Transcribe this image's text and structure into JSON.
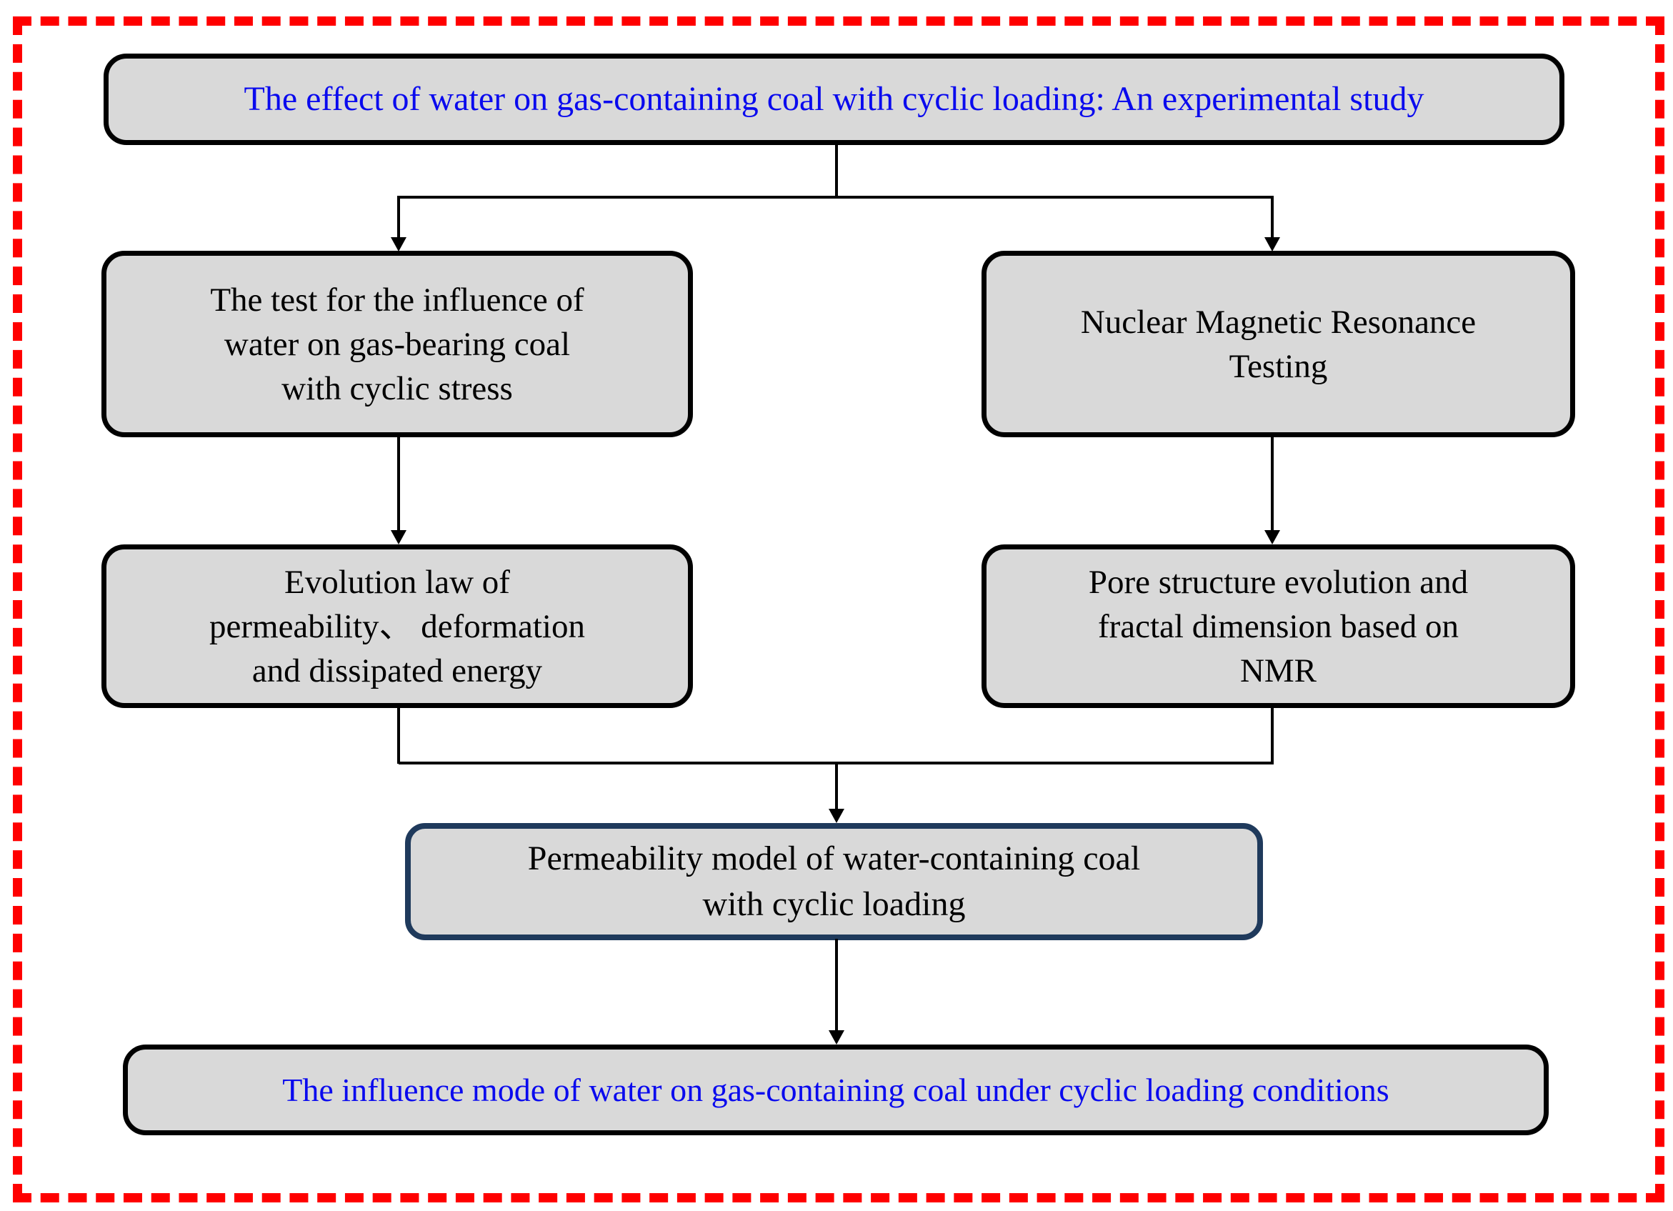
{
  "diagram": {
    "frame_color": "#FF0000",
    "node_fill": "#D9D9D9",
    "node_border": "#000000",
    "accent_border": "#1F3A5C",
    "blue_text": "#0A0AEE",
    "body_text": "#000000"
  },
  "nodes": {
    "title": {
      "lines": [
        "The effect of water on gas-containing coal with cyclic loading: An experimental study"
      ]
    },
    "cyclic_test": {
      "lines": [
        "The test for the influence of",
        "water on gas-bearing coal",
        "with cyclic stress"
      ]
    },
    "nmr_testing": {
      "lines": [
        "Nuclear Magnetic Resonance",
        "Testing"
      ]
    },
    "evolution_law": {
      "lines": [
        "Evolution law of",
        "permeability、 deformation",
        "and dissipated energy"
      ]
    },
    "pore_structure": {
      "lines": [
        "Pore structure evolution and",
        "fractal dimension based on",
        "NMR"
      ]
    },
    "permeability_model": {
      "lines": [
        "Permeability model of water-containing coal",
        "with cyclic loading"
      ]
    },
    "influence_mode": {
      "lines": [
        "The influence mode of water on gas-containing coal under cyclic loading conditions"
      ]
    }
  }
}
